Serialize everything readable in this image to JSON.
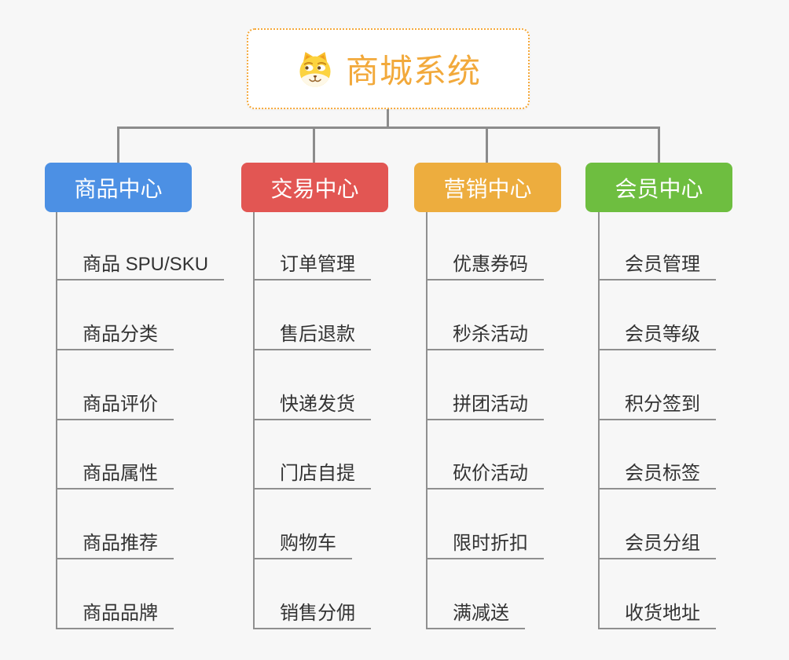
{
  "canvas": {
    "background": "#F7F7F7",
    "connector_color": "#8C8C8C",
    "underline_color": "#8F8F8F",
    "leaf_text_color": "#333333"
  },
  "root": {
    "title": "商城系统",
    "text_color": "#F2A93B",
    "border_color": "#F5A93C",
    "background": "#FFFFFF",
    "icon": "shiba-dog-face-icon"
  },
  "branches": [
    {
      "label": "商品中心",
      "color": "#4C90E4",
      "children": [
        "商品 SPU/SKU",
        "商品分类",
        "商品评价",
        "商品属性",
        "商品推荐",
        "商品品牌"
      ]
    },
    {
      "label": "交易中心",
      "color": "#E25653",
      "children": [
        "订单管理",
        "售后退款",
        "快递发货",
        "门店自提",
        "购物车",
        "销售分佣"
      ]
    },
    {
      "label": "营销中心",
      "color": "#EDAD3E",
      "children": [
        "优惠券码",
        "秒杀活动",
        "拼团活动",
        "砍价活动",
        "限时折扣",
        "满减送"
      ]
    },
    {
      "label": "会员中心",
      "color": "#6EBE40",
      "children": [
        "会员管理",
        "会员等级",
        "积分签到",
        "会员标签",
        "会员分组",
        "收货地址"
      ]
    }
  ]
}
